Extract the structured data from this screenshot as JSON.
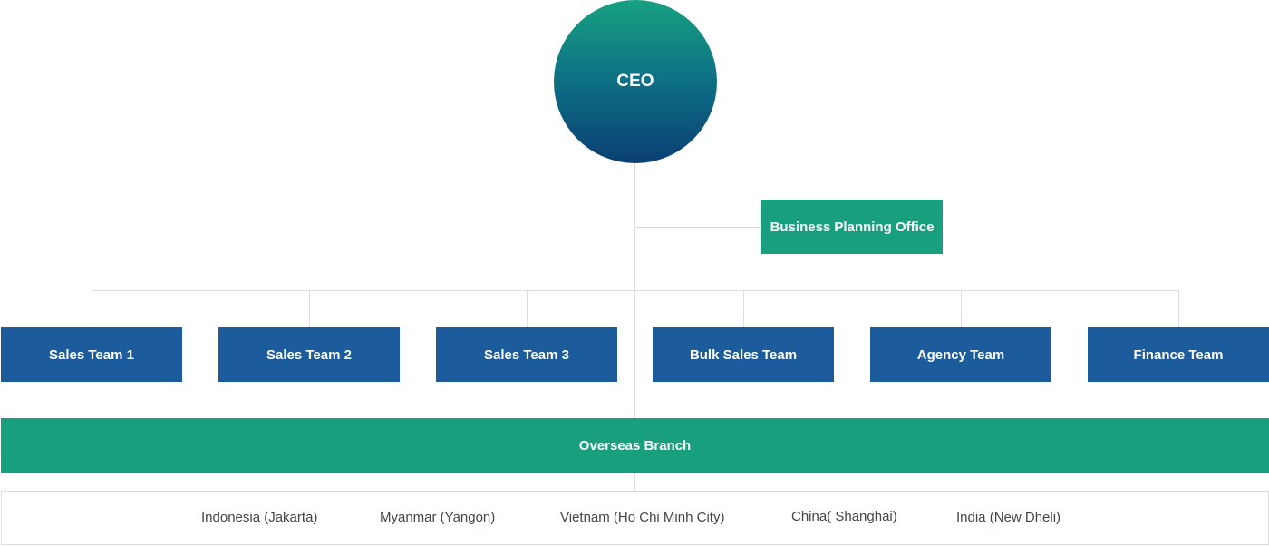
{
  "ceo": {
    "label": "CEO"
  },
  "business_planning_office": {
    "label": "Business Planning Office"
  },
  "teams": [
    {
      "label": "Sales Team 1"
    },
    {
      "label": "Sales Team 2"
    },
    {
      "label": "Sales Team 3"
    },
    {
      "label": "Bulk Sales Team"
    },
    {
      "label": "Agency Team"
    },
    {
      "label": "Finance Team"
    }
  ],
  "overseas_branch": {
    "label": "Overseas Branch",
    "locations": [
      "Indonesia (Jakarta)",
      "Myanmar (Yangon)",
      "Vietnam (Ho Chi Minh City)",
      "China( Shanghai)",
      "India (New Dheli)"
    ]
  },
  "colors": {
    "ceo_gradient_top": "#17a181",
    "ceo_gradient_bottom": "#0b3f74",
    "green": "#18a07e",
    "blue": "#1d5c9c",
    "connector": "#dcdcdc"
  }
}
